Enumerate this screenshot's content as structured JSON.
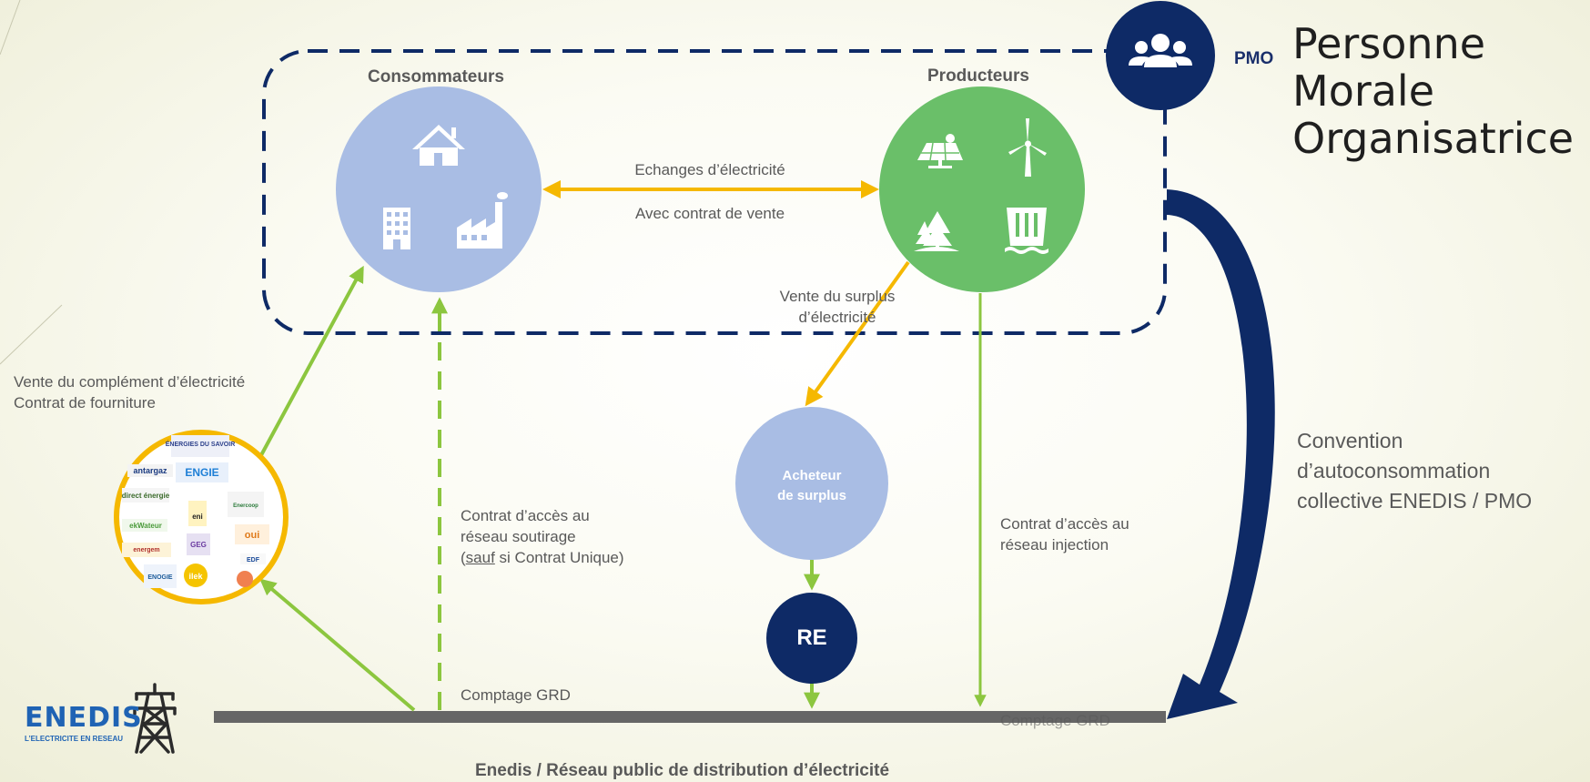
{
  "pmo": {
    "abbr": "PMO",
    "title_line1": "Personne",
    "title_line2": "Morale",
    "title_line3": "Organisatrice"
  },
  "consumers": {
    "heading": "Consommateurs"
  },
  "producers": {
    "heading": "Producteurs"
  },
  "exchange": {
    "line1": "Echanges d’électricité",
    "line2": "Avec contrat de vente"
  },
  "surplus_sale": {
    "line1": "Vente du surplus",
    "line2": "d’électricité"
  },
  "complement": {
    "line1": "Vente du complément d’électricité",
    "line2": "Contrat de fourniture"
  },
  "access_withdrawal": {
    "line1": "Contrat d’accès au",
    "line2": "réseau soutirage",
    "line3_underlined": "sauf",
    "line3_rest": " si Contrat Unique)",
    "line3_open": "("
  },
  "access_injection": {
    "line1": "Contrat d’accès au",
    "line2": "réseau injection"
  },
  "buyer": {
    "line1": "Acheteur",
    "line2": "de surplus"
  },
  "re": {
    "label": "RE"
  },
  "metering": {
    "left": "Comptage GRD",
    "right": "Comptage GRD"
  },
  "convention": {
    "line1": "Convention",
    "line2": "d’autoconsommation",
    "line3": "collective ENEDIS / PMO"
  },
  "enedis": {
    "logo_word": "ENEDIS",
    "logo_tagline": "L’ELECTRICITE EN RESEAU"
  },
  "footer": {
    "text": "Enedis /  Réseau public de distribution d’électricité"
  },
  "suppliers": {
    "names": [
      "ÉNERGIES DU SAVOIR",
      "antargaz",
      "ENGIE",
      "direct énergie",
      "eni",
      "ilek",
      "energem",
      "ekWateur",
      "GEG",
      "oui",
      "EDF",
      "Enercoop",
      "ENOGIE"
    ]
  },
  "colors": {
    "navy": "#0e2a66",
    "consumer_blue": "#a9bde4",
    "producer_green": "#6abf69",
    "arrow_green": "#8cc63f",
    "arrow_orange": "#f5b800",
    "grid_gray": "#666666"
  },
  "icons": [
    "group-icon",
    "house-icon",
    "building-icon",
    "factory-icon",
    "solar-panel-icon",
    "wind-turbine-icon",
    "forest-icon",
    "dam-icon",
    "pylon-icon"
  ]
}
